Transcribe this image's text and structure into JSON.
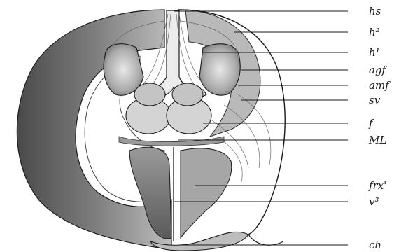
{
  "figure": {
    "colors": {
      "ink": "#1a1a1a",
      "dark_shade": "#5a5a5a",
      "mid_shade": "#8f8f8f",
      "light_shade": "#c9c9c9",
      "background": "#ffffff"
    },
    "labels": [
      {
        "id": "hs",
        "text": "hs"
      },
      {
        "id": "h2",
        "text": "h²"
      },
      {
        "id": "h1",
        "text": "h¹"
      },
      {
        "id": "agf",
        "text": "agf"
      },
      {
        "id": "amf",
        "text": "amf"
      },
      {
        "id": "sv",
        "text": "sv"
      },
      {
        "id": "f",
        "text": "f"
      },
      {
        "id": "ML",
        "text": "ML"
      },
      {
        "id": "frx",
        "text": "frx'"
      },
      {
        "id": "v3",
        "text": "v³"
      },
      {
        "id": "ch",
        "text": "ch"
      }
    ]
  }
}
